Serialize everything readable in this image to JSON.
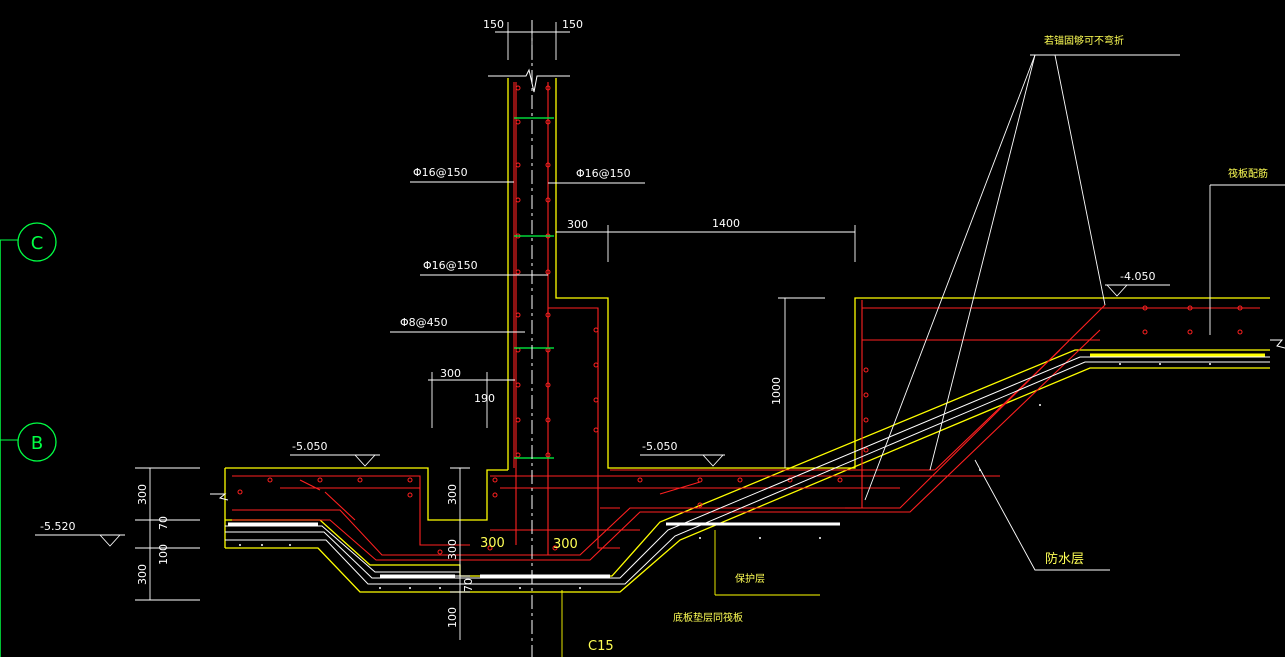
{
  "dimensions": {
    "top_left": "150",
    "top_right": "150",
    "d300_a": "300",
    "d1400": "1400",
    "d300_b": "300",
    "d190": "190",
    "d1000": "1000",
    "d300_left": "300",
    "d70_left": "70",
    "d100_left": "100",
    "d300_lower": "300",
    "d300_pit": "300",
    "d300_pit2": "300",
    "d70_pit": "70",
    "d100_pit": "100",
    "d300_red_a": "300",
    "d300_red_b": "300"
  },
  "rebar_labels": {
    "r1": "Φ16@150",
    "r2": "Φ16@150",
    "r3": "Φ16@150",
    "r4": "Φ8@450"
  },
  "elevations": {
    "e1": "-5.050",
    "e2": "-5.050",
    "e3": "-5.520",
    "e4": "-4.050"
  },
  "notes": {
    "top_right": "若锚固够可不弯折",
    "right": "筏板配筋",
    "waterproof": "防水层",
    "protective": "保护层",
    "bottom": "底板垫层同筏板",
    "concrete": "C15"
  },
  "grid": {
    "c": "C",
    "b": "B"
  },
  "colors": {
    "background": "#000000",
    "concrete_outline": "#ffff00",
    "rebar": "#ff2020",
    "dimension": "#ffffff",
    "grid": "#00ff44"
  }
}
